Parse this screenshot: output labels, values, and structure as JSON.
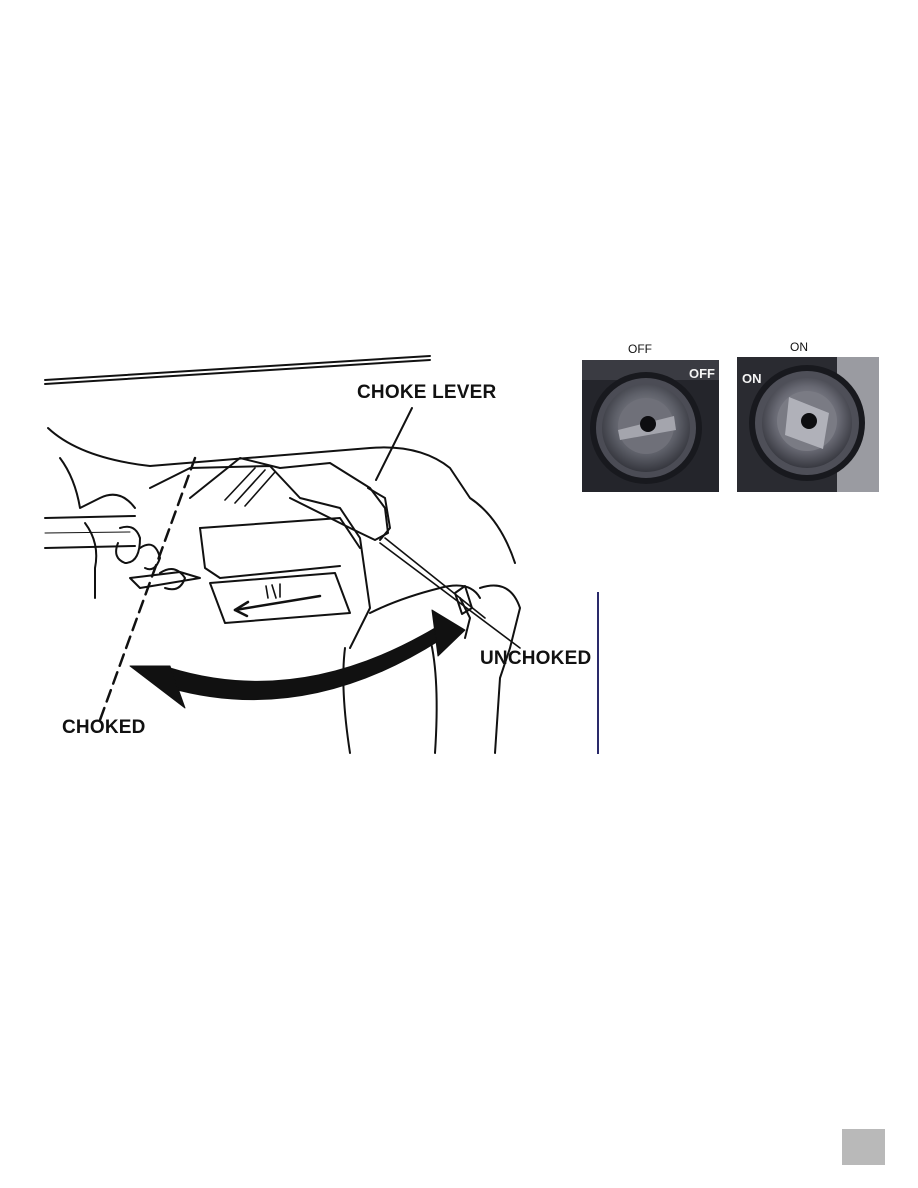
{
  "illustration": {
    "choke_lever_label": "CHOKE LEVER",
    "unchoked_label": "UNCHOKED",
    "choked_label": "CHOKED"
  },
  "fuel_valve": {
    "off_caption": "OFF",
    "on_caption": "ON",
    "off_photo_label": "OFF",
    "on_photo_label": "ON"
  },
  "colors": {
    "page_background": "#ffffff",
    "line_art": "#111111",
    "photo_background": "#1e1f24",
    "divider": "#2a2a6a",
    "page_tab": "#b9b9b9"
  }
}
